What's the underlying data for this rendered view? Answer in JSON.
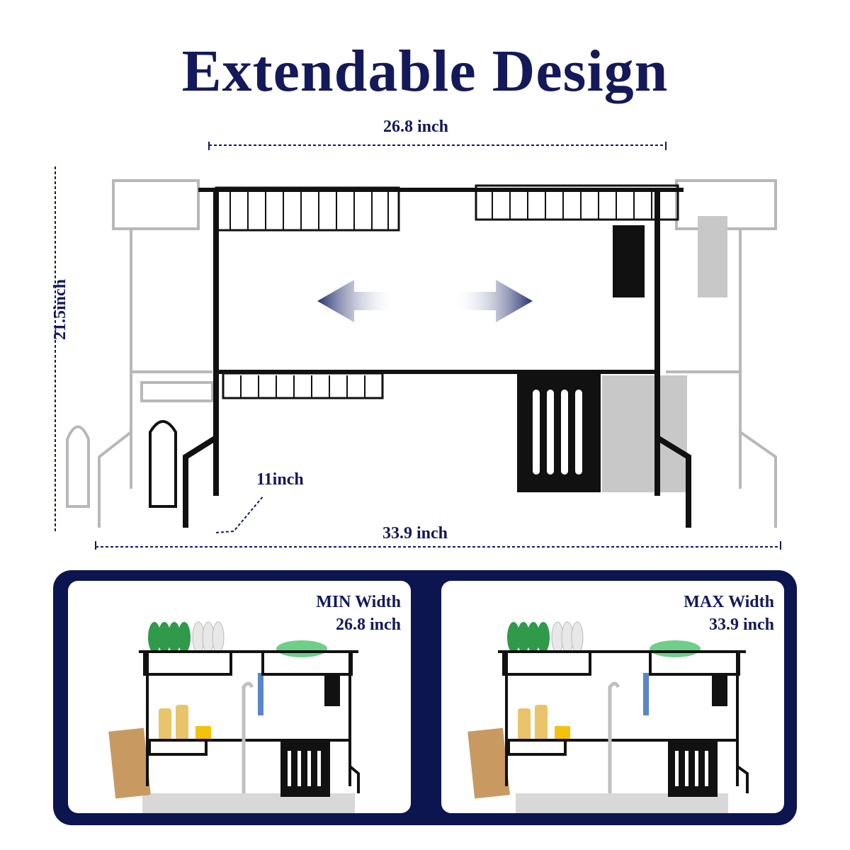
{
  "title": "Extendable Design",
  "dimensions": {
    "top_width": "26.8 inch",
    "height": "21.5inch",
    "depth": "11inch",
    "bottom_width": "33.9 inch"
  },
  "panels": [
    {
      "label": "MIN Width",
      "value": "26.8 inch"
    },
    {
      "label": "MAX Width",
      "value": "33.9 inch"
    }
  ],
  "colors": {
    "navy": "#14195a",
    "panel_bg": "#0c154f",
    "rack_black": "#111111",
    "rack_ghost": "#b8b8b8"
  }
}
